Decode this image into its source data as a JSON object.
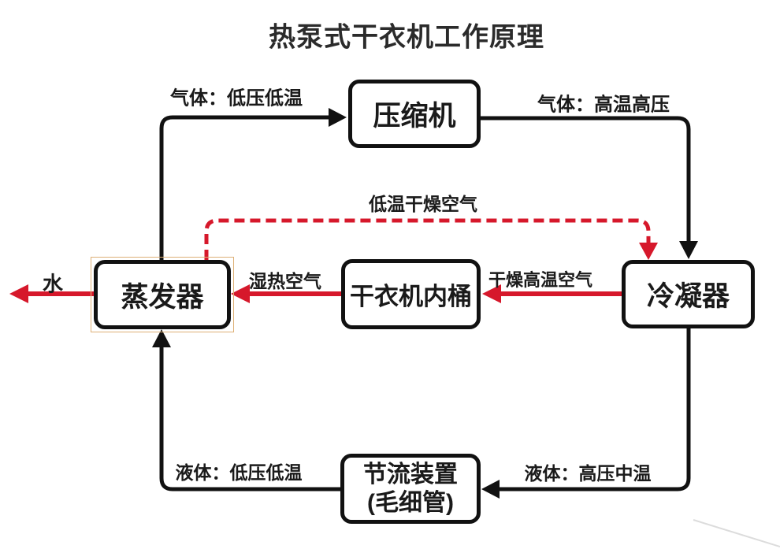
{
  "title": "热泵式干衣机工作原理",
  "colors": {
    "line_black": "#111111",
    "line_red": "#d6182b",
    "box_border": "#111111",
    "box_bg": "#ffffff",
    "text": "#1a1a1a",
    "highlight_outline": "#ddb077"
  },
  "nodes": {
    "compressor": {
      "label": "压缩机"
    },
    "evaporator": {
      "label": "蒸发器"
    },
    "drum": {
      "label": "干衣机内桶"
    },
    "condenser": {
      "label": "冷凝器"
    },
    "throttle": {
      "label_line1": "节流装置",
      "label_line2": "(毛细管)"
    }
  },
  "flows": {
    "gas_low": {
      "label": "气体：低压低温",
      "from": "蒸发器",
      "to": "压缩机",
      "style": "solid-black"
    },
    "gas_high": {
      "label": "气体：高温高压",
      "from": "压缩机",
      "to": "冷凝器",
      "style": "solid-black"
    },
    "liquid_high": {
      "label": "液体：高压中温",
      "from": "冷凝器",
      "to": "节流装置(毛细管)",
      "style": "solid-black"
    },
    "liquid_low": {
      "label": "液体：低压低温",
      "from": "节流装置(毛细管)",
      "to": "蒸发器",
      "style": "solid-black"
    },
    "cold_dry_air": {
      "label": "低温干燥空气",
      "from": "蒸发器",
      "to": "冷凝器",
      "style": "dashed-red"
    },
    "dry_hot_air": {
      "label": "干燥高温空气",
      "from": "冷凝器",
      "to": "干衣机内桶",
      "style": "solid-red"
    },
    "humid_hot_air": {
      "label": "湿热空气",
      "from": "干衣机内桶",
      "to": "蒸发器",
      "style": "solid-red"
    },
    "water": {
      "label": "水",
      "from": "蒸发器",
      "to": "排出",
      "style": "solid-red"
    }
  }
}
